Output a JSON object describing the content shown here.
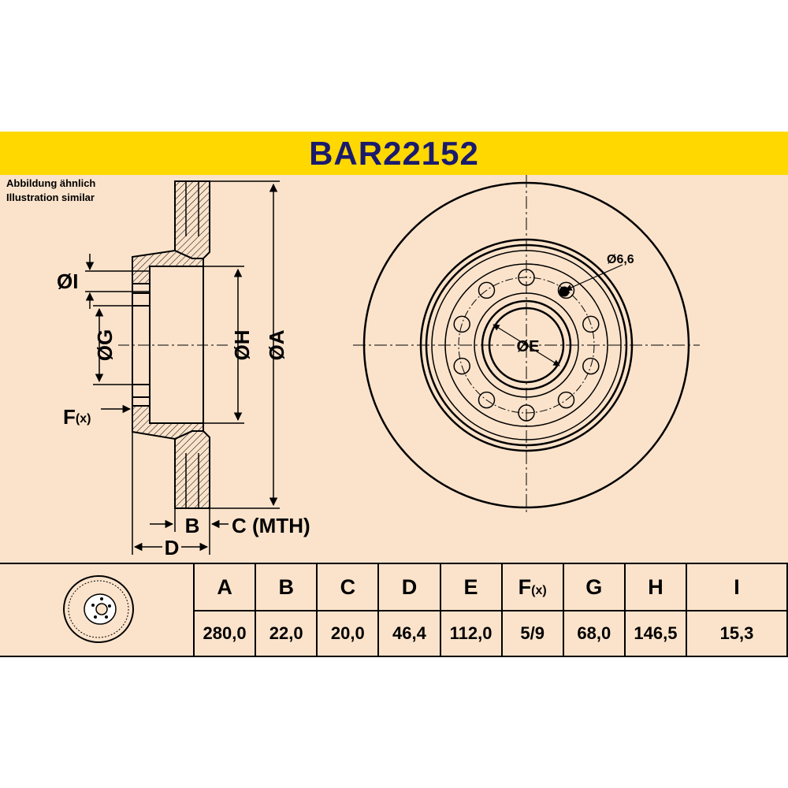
{
  "part_number": "BAR22152",
  "note": [
    "Abbildung ähnlich",
    "Illustration similar"
  ],
  "colors": {
    "background": "#fbe3cb",
    "header_band": "#ffd800",
    "title": "#1a1a6e",
    "line": "#000000"
  },
  "labels": {
    "dim_I": "ØI",
    "dim_G": "ØG",
    "dim_H": "ØH",
    "dim_A": "ØA",
    "dim_E": "ØE",
    "dim_F": "F",
    "dim_F_sub": "(x)",
    "dim_B": "B",
    "dim_C": "C (MTH)",
    "dim_D": "D",
    "bolt_hole": "Ø6,6"
  },
  "table": {
    "headers": [
      "A",
      "B",
      "C",
      "D",
      "E",
      "F",
      "G",
      "H",
      "I"
    ],
    "header_F_sub": "(x)",
    "values": [
      "280,0",
      "22,0",
      "20,0",
      "46,4",
      "112,0",
      "5/9",
      "68,0",
      "146,5",
      "15,3"
    ]
  }
}
